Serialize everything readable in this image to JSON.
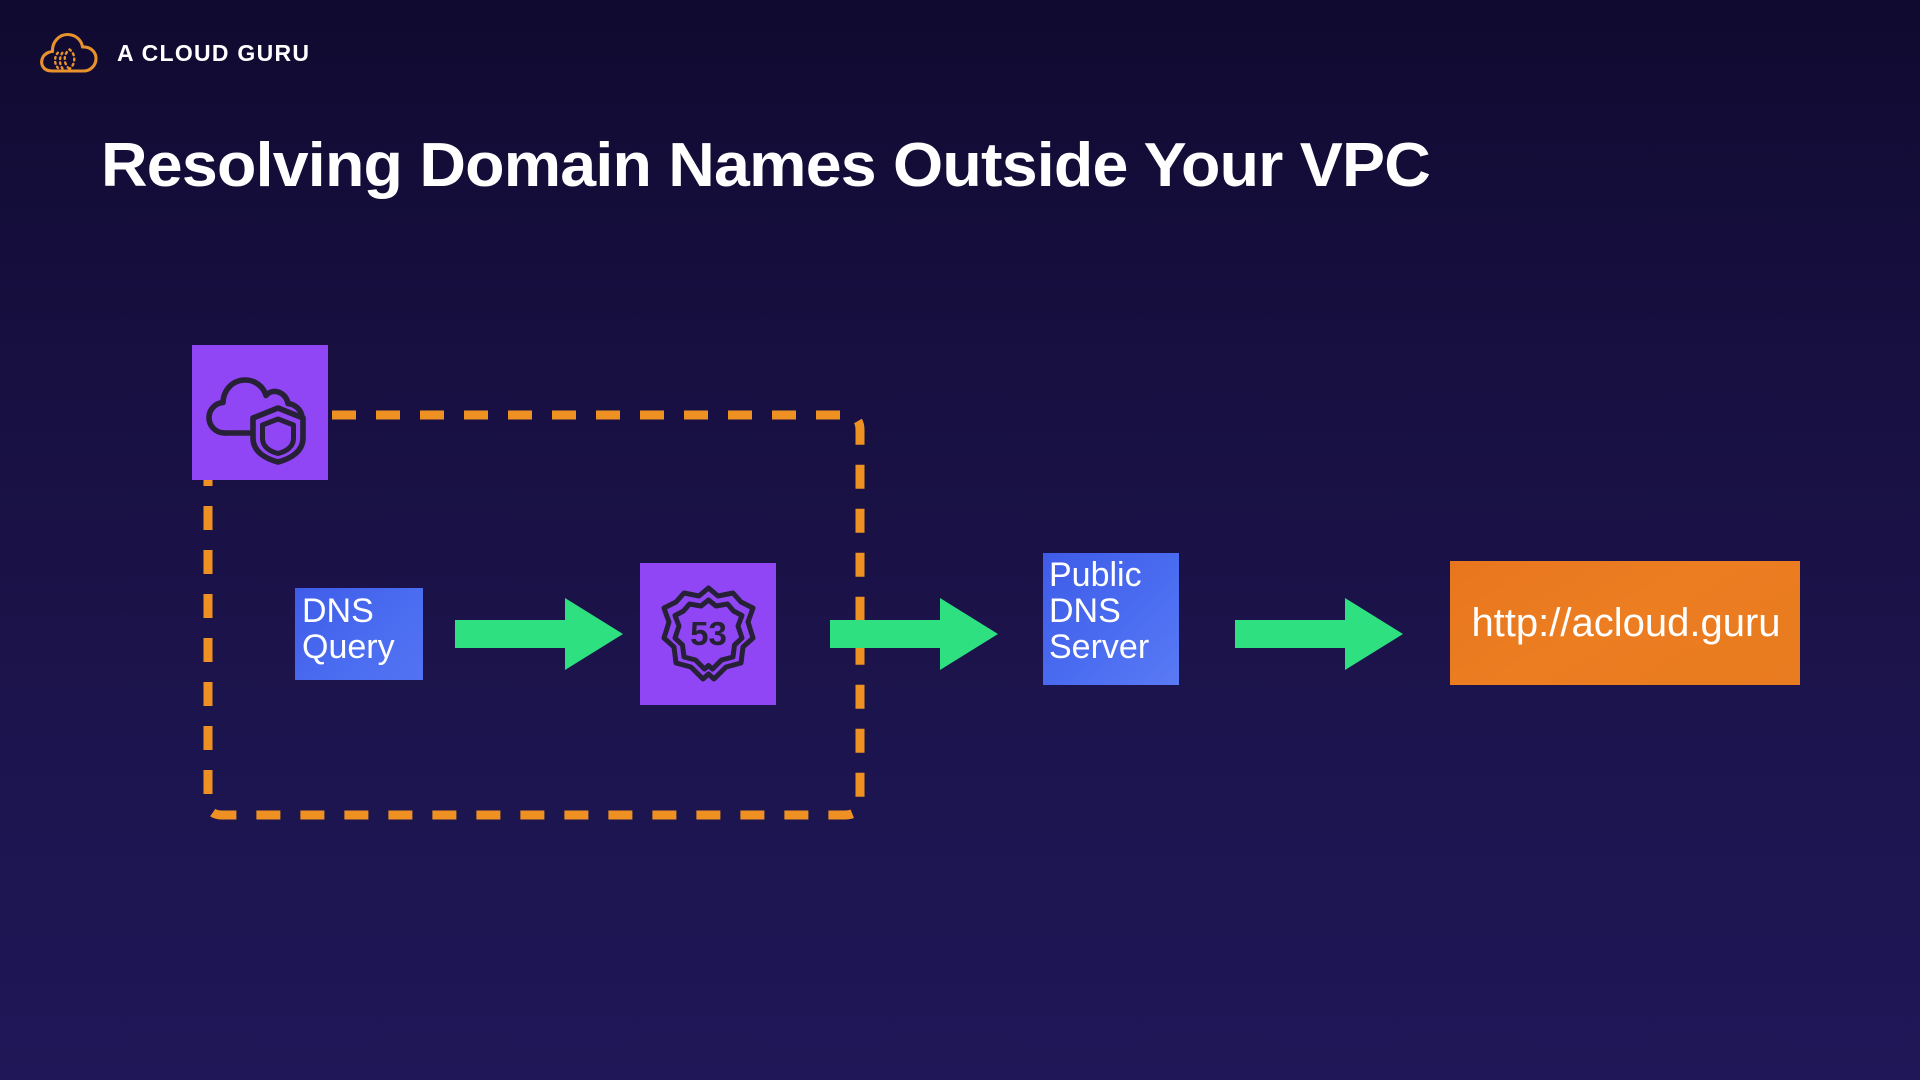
{
  "brand": {
    "name": "A CLOUD GURU",
    "logo_icon": "acg-cloud-logo-icon",
    "logo_color": "#e8922e"
  },
  "slide": {
    "title": "Resolving Domain Names Outside Your VPC",
    "title_color": "#ffffff",
    "background_top_color": "#100a30",
    "background_bottom_color": "#1f1757"
  },
  "diagram": {
    "type": "flow",
    "boundary": {
      "name": "vpc-boundary",
      "style": "dashed",
      "color": "#ef9122",
      "stroke_width": 9,
      "dash": "22 22"
    },
    "nodes": [
      {
        "id": "vpc",
        "icon": "cloud-shield-icon",
        "label": "",
        "fill": "#9146f5",
        "icon_color": "#24213a"
      },
      {
        "id": "dns-query",
        "label_lines": [
          "DNS",
          "Query"
        ],
        "fill": "#4a6cf0",
        "text_color": "#ffffff"
      },
      {
        "id": "route53",
        "icon": "route-53-shield-icon",
        "icon_text": "53",
        "fill": "#9146f5",
        "icon_color": "#24213a"
      },
      {
        "id": "public-dns-server",
        "label_lines": [
          "Public",
          "DNS",
          "Server"
        ],
        "fill": "#4a6cf0",
        "text_color": "#ffffff"
      },
      {
        "id": "url",
        "label": "http://acloud.guru",
        "fill": "#ea7b20",
        "text_color": "#ffffff"
      }
    ],
    "arrows": [
      {
        "id": "arrow-1",
        "from": "dns-query",
        "to": "route53",
        "color": "#2ee07f"
      },
      {
        "id": "arrow-2",
        "from": "route53",
        "to": "public-dns-server",
        "color": "#2ee07f"
      },
      {
        "id": "arrow-3",
        "from": "public-dns-server",
        "to": "url",
        "color": "#2ee07f"
      }
    ]
  }
}
